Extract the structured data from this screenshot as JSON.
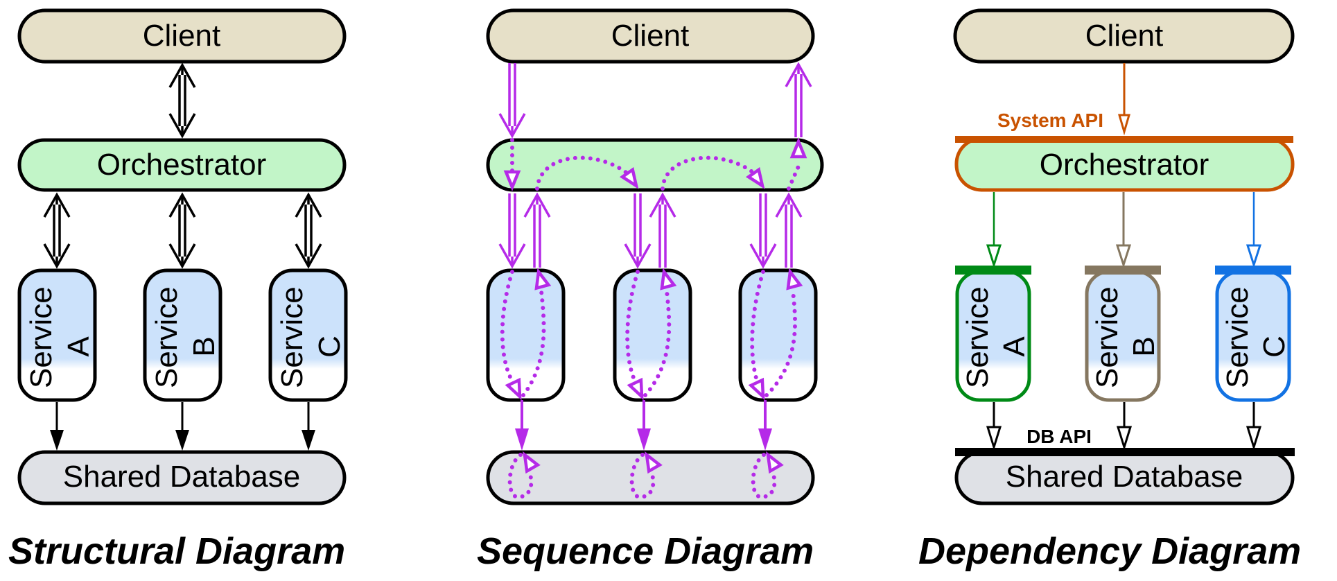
{
  "colors": {
    "client_fill": "#e6e0c8",
    "orchestrator_fill": "#c2f5c8",
    "service_fill": "#cce2fb",
    "database_fill": "#dfe1e6",
    "outline": "#000000",
    "sequence_arrow": "#b52ae8",
    "system_api": "#c95200",
    "service_a": "#008a16",
    "service_b": "#857760",
    "service_c": "#1272e3",
    "db_api": "#000000"
  },
  "panels": [
    {
      "id": "structural",
      "title": "Structural Diagram",
      "client": "Client",
      "orchestrator": "Orchestrator",
      "services": [
        {
          "line1": "Service",
          "line2": "A"
        },
        {
          "line1": "Service",
          "line2": "B"
        },
        {
          "line1": "Service",
          "line2": "C"
        }
      ],
      "database": "Shared Database"
    },
    {
      "id": "sequence",
      "title": "Sequence Diagram",
      "client": "Client",
      "orchestrator": "",
      "services": [
        {
          "line1": "",
          "line2": ""
        },
        {
          "line1": "",
          "line2": ""
        },
        {
          "line1": "",
          "line2": ""
        }
      ],
      "database": ""
    },
    {
      "id": "dependency",
      "title": "Dependency Diagram",
      "client": "Client",
      "orchestrator": "Orchestrator",
      "services": [
        {
          "line1": "Service",
          "line2": "A"
        },
        {
          "line1": "Service",
          "line2": "B"
        },
        {
          "line1": "Service",
          "line2": "C"
        }
      ],
      "database": "Shared Database",
      "system_api_label": "System API",
      "db_api_label": "DB API"
    }
  ]
}
